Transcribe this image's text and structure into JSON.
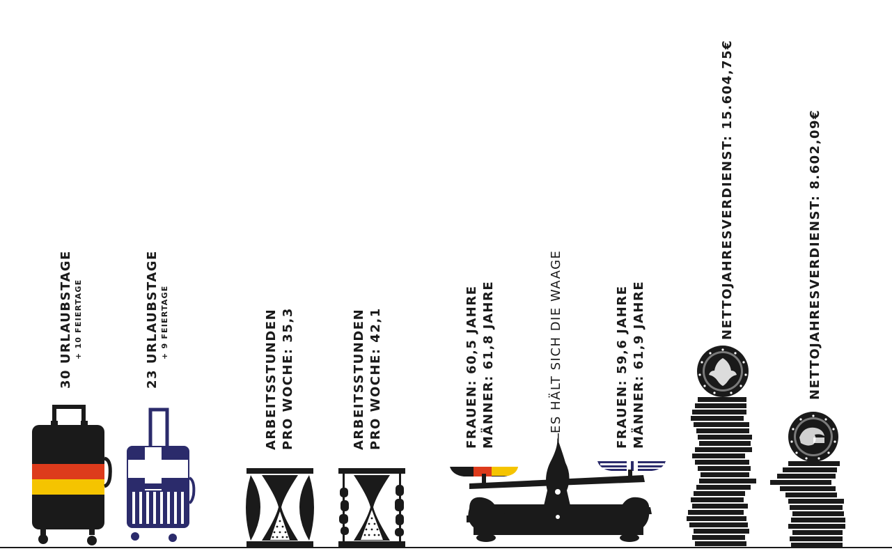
{
  "colors": {
    "ink": "#1a1a1a",
    "germany_black": "#1a1a1a",
    "germany_red": "#dd3b1c",
    "germany_gold": "#f5c400",
    "greece_blue": "#2b2b6b",
    "coin_gray": "#7a7a7a"
  },
  "vacation": {
    "germany": {
      "days": "30 URLAUBSTAGE",
      "holidays": "+ 10 FEIERTAGE"
    },
    "greece": {
      "days": "23 URLAUBSTAGE",
      "holidays": "+ 9 FEIERTAGE"
    }
  },
  "work_hours": {
    "germany": {
      "line1": "ARBEITSSTUNDEN",
      "line2": "PRO WOCHE: 35,3"
    },
    "greece": {
      "line1": "ARBEITSSTUNDEN",
      "line2": "PRO WOCHE: 42,1"
    }
  },
  "retirement": {
    "germany": {
      "women": "FRAUEN: 60,5 JAHRE",
      "men": "MÄNNER: 61,8 JAHRE"
    },
    "balance_note": "ES HÄLT SICH DIE WAAGE",
    "greece": {
      "women": "FRAUEN: 59,6 JAHRE",
      "men": "MÄNNER: 61,9 JAHRE"
    }
  },
  "income": {
    "germany": "NETTOJAHRESVERDIENST: 15.604,75€",
    "greece": "NETTOJAHRESVERDIENST: 8.602,09€"
  },
  "icons": [
    "germany-suitcase-icon",
    "greece-suitcase-icon",
    "hourglass-icon",
    "hourglass-icon",
    "balance-scale-icon",
    "euro-coin-stack-icon",
    "euro-coin-stack-icon"
  ]
}
